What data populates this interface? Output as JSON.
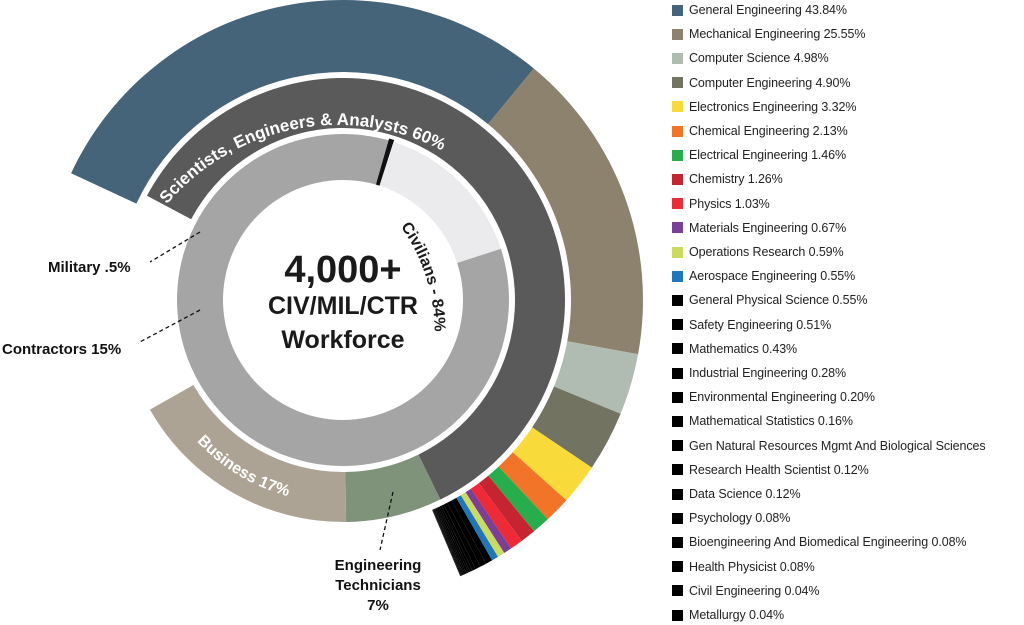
{
  "center": {
    "line1": "4,000+",
    "line2": "CIV/MIL/CTR",
    "line3": "Workforce"
  },
  "labels": {
    "military": "Military .5%",
    "contractors": "Contractors 15%",
    "civilians": "Civilians - 84%",
    "scientists": "Scientists, Engineers & Analysts 60%",
    "business": "Business 17%",
    "eng_tech_1": "Engineering",
    "eng_tech_2": "Technicians",
    "eng_tech_3": "7%"
  },
  "chart_data": {
    "type": "pie",
    "rings": [
      {
        "name": "workforce",
        "slices": [
          {
            "label": "Civilians",
            "value": 84,
            "color": "#a5a5a5"
          },
          {
            "label": "Military",
            "value": 0.5,
            "color": "#111111"
          },
          {
            "label": "Contractors",
            "value": 15,
            "color": "#ebebed"
          }
        ]
      },
      {
        "name": "civilian categories",
        "slices": [
          {
            "label": "Scientists, Engineers & Analysts",
            "value": 60,
            "color": "#5a5a5a"
          },
          {
            "label": "Engineering Technicians",
            "value": 7,
            "color": "#7f927a"
          },
          {
            "label": "Business",
            "value": 17,
            "color": "#aca394"
          }
        ]
      }
    ],
    "disciplines": [
      {
        "label": "General Engineering 43.84%",
        "value": 43.84,
        "color": "#456379"
      },
      {
        "label": "Mechanical Engineering 25.55%",
        "value": 25.55,
        "color": "#8c826e"
      },
      {
        "label": "Computer Science 4.98%",
        "value": 4.98,
        "color": "#b0bcb2"
      },
      {
        "label": "Computer Engineering 4.90%",
        "value": 4.9,
        "color": "#737362"
      },
      {
        "label": "Electronics Engineering 3.32%",
        "value": 3.32,
        "color": "#f8db3a"
      },
      {
        "label": "Chemical Engineering 2.13%",
        "value": 2.13,
        "color": "#f27428"
      },
      {
        "label": "Electrical Engineering 1.46%",
        "value": 1.46,
        "color": "#27ad4b"
      },
      {
        "label": "Chemistry 1.26%",
        "value": 1.26,
        "color": "#c62430"
      },
      {
        "label": "Physics 1.03%",
        "value": 1.03,
        "color": "#ed2a35"
      },
      {
        "label": "Materials Engineering 0.67%",
        "value": 0.67,
        "color": "#7b3f98"
      },
      {
        "label": "Operations Research 0.59%",
        "value": 0.59,
        "color": "#cadb5e"
      },
      {
        "label": "Aerospace Engineering 0.55%",
        "value": 0.55,
        "color": "#1f77bb"
      },
      {
        "label": "General Physical Science 0.55%",
        "value": 0.55,
        "color": "#000000"
      },
      {
        "label": "Safety Engineering 0.51%",
        "value": 0.51,
        "color": "#000000"
      },
      {
        "label": "Mathematics 0.43%",
        "value": 0.43,
        "color": "#000000"
      },
      {
        "label": "Industrial Engineering 0.28%",
        "value": 0.28,
        "color": "#000000"
      },
      {
        "label": "Environmental Engineering 0.20%",
        "value": 0.2,
        "color": "#000000"
      },
      {
        "label": "Mathematical Statistics 0.16%",
        "value": 0.16,
        "color": "#000000"
      },
      {
        "label": "Gen Natural Resources Mgmt And Biological Sciences",
        "value": 0.16,
        "color": "#000000"
      },
      {
        "label": "Research Health Scientist 0.12%",
        "value": 0.12,
        "color": "#000000"
      },
      {
        "label": "Data Science 0.12%",
        "value": 0.12,
        "color": "#000000"
      },
      {
        "label": "Psychology 0.08%",
        "value": 0.08,
        "color": "#000000"
      },
      {
        "label": "Bioengineering And Biomedical Engineering 0.08%",
        "value": 0.08,
        "color": "#000000"
      },
      {
        "label": "Health Physicist 0.08%",
        "value": 0.08,
        "color": "#000000"
      },
      {
        "label": "Civil Engineering 0.04%",
        "value": 0.04,
        "color": "#000000"
      },
      {
        "label": "Metallurgy 0.04%",
        "value": 0.04,
        "color": "#000000"
      }
    ]
  }
}
